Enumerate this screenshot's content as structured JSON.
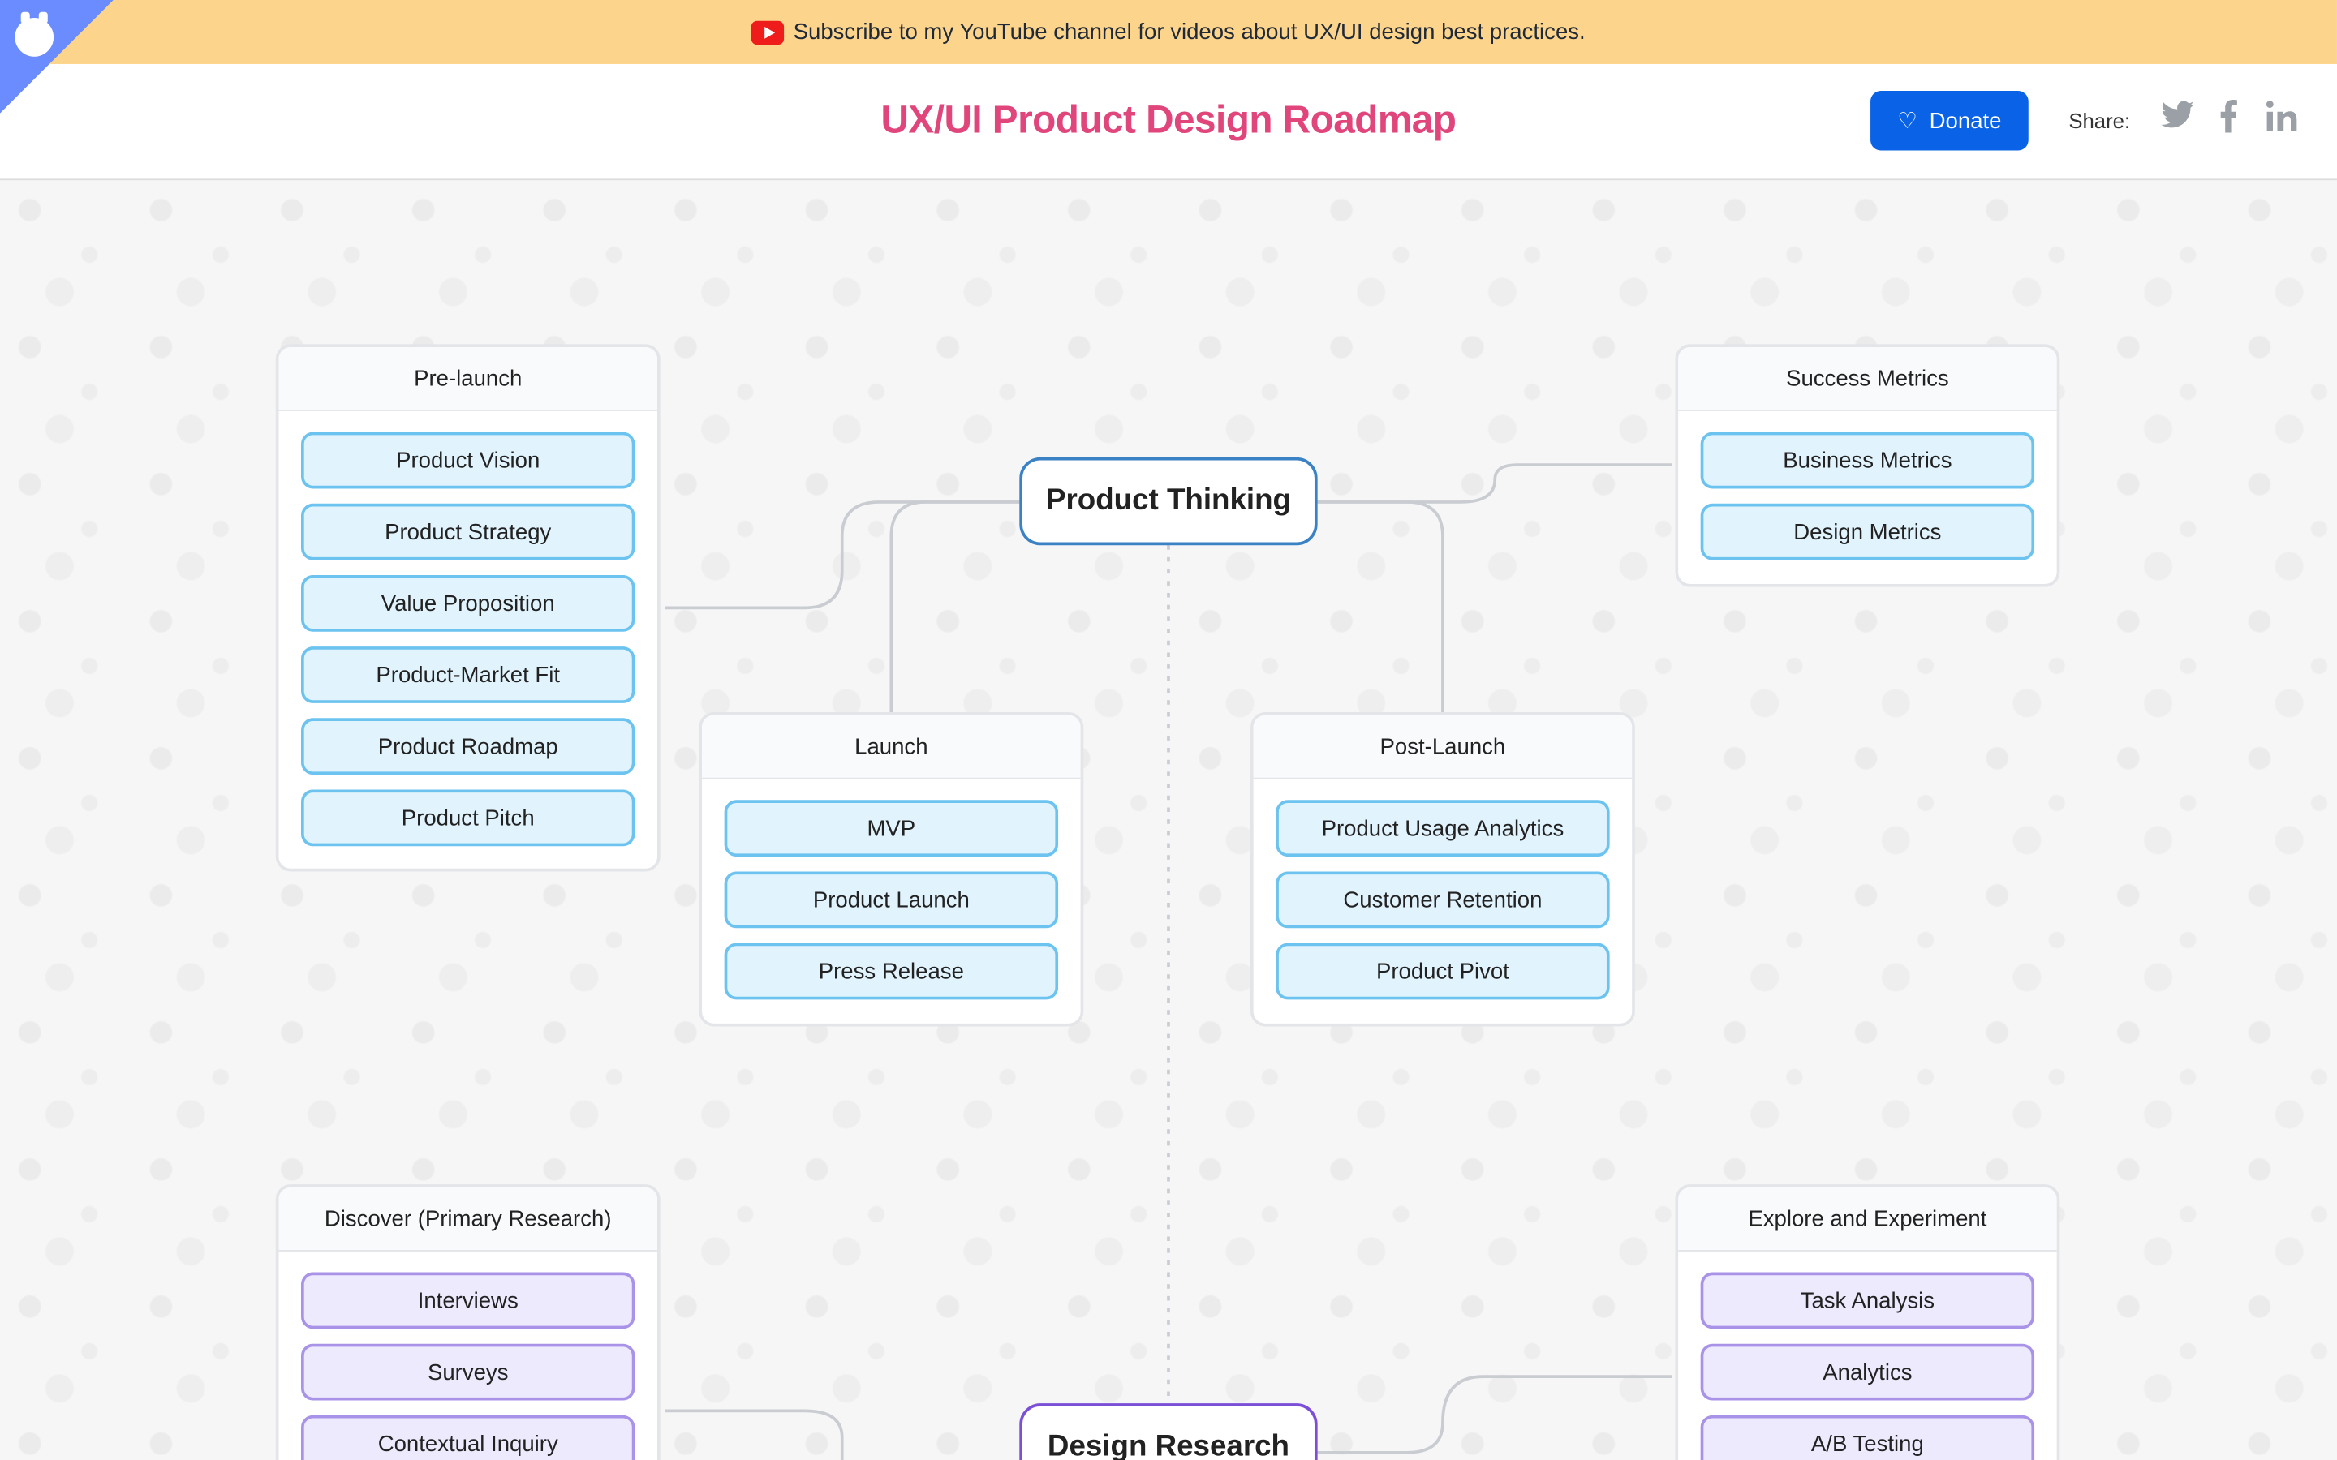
{
  "banner": {
    "text": "Subscribe to my YouTube channel for videos about UX/UI design best practices.",
    "icon": "youtube-icon"
  },
  "header": {
    "title": "UX/UI Product Design Roadmap",
    "donate_label": "Donate",
    "share_label": "Share:",
    "social_icons": [
      "twitter-icon",
      "facebook-icon",
      "linkedin-icon"
    ]
  },
  "colors": {
    "accent": "#e0457b",
    "donate": "#0a63e6",
    "banner": "#fdd48b",
    "blue_item": "#6cc3ef",
    "purple_item": "#a993e8"
  },
  "nodes": {
    "product_thinking": "Product Thinking",
    "design_research": "Design Research"
  },
  "groups": {
    "prelaunch": {
      "title": "Pre-launch",
      "items": [
        "Product Vision",
        "Product Strategy",
        "Value Proposition",
        "Product-Market Fit",
        "Product Roadmap",
        "Product Pitch"
      ]
    },
    "launch": {
      "title": "Launch",
      "items": [
        "MVP",
        "Product Launch",
        "Press Release"
      ]
    },
    "postlaunch": {
      "title": "Post-Launch",
      "items": [
        "Product Usage Analytics",
        "Customer Retention",
        "Product Pivot"
      ]
    },
    "success": {
      "title": "Success Metrics",
      "items": [
        "Business Metrics",
        "Design Metrics"
      ]
    },
    "discover": {
      "title": "Discover (Primary Research)",
      "items": [
        "Interviews",
        "Surveys",
        "Contextual Inquiry"
      ]
    },
    "explore": {
      "title": "Explore and Experiment",
      "items": [
        "Task Analysis",
        "Analytics",
        "A/B Testing"
      ]
    }
  }
}
